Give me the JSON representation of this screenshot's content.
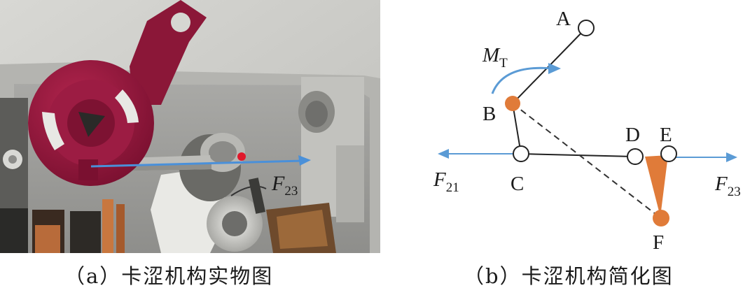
{
  "panel_a": {
    "caption": "（a）卡涩机构实物图",
    "force_label": "F",
    "force_sub": "23",
    "colors": {
      "arrow": "#4a90d9",
      "handle": "#8b1738",
      "marker_dot": "#e0182b",
      "housing": "#c9c9c5"
    }
  },
  "panel_b": {
    "caption": "（b）卡涩机构简化图",
    "joints": {
      "A": "A",
      "B": "B",
      "C": "C",
      "D": "D",
      "E": "E",
      "F": "F"
    },
    "moment_label": "M",
    "moment_sub": "T",
    "force_left_label": "F",
    "force_left_sub": "21",
    "force_right_label": "F",
    "force_right_sub": "23",
    "colors": {
      "arrow": "#5b9bd5",
      "filled_joint": "#e07b39",
      "triangle": "#e07b39",
      "line": "#222222"
    }
  }
}
